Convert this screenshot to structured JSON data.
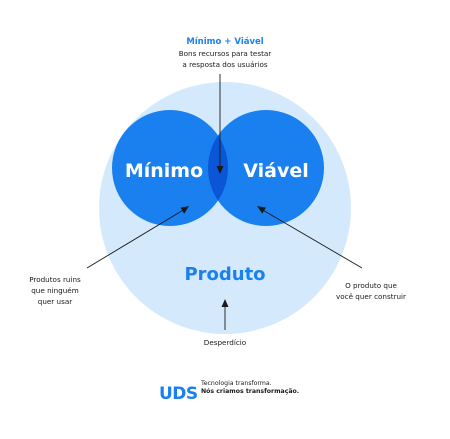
{
  "diagram": {
    "top_note": {
      "title": "Mínimo + Viável",
      "lines": [
        "Bons recursos para testar",
        "a resposta dos usuários"
      ]
    },
    "circle_minimo": "Mínimo",
    "circle_viavel": "Viável",
    "circle_produto": "Produto",
    "left_note": [
      "Produtos ruins",
      "que ninguém",
      "quer usar"
    ],
    "right_note": [
      "O produto que",
      "você quer construir"
    ],
    "bottom_note": "Desperdício"
  },
  "brand": {
    "logo_text": "UDS",
    "tagline_1": "Tecnologia transforma.",
    "tagline_2": "Nós criamos transformação."
  },
  "colors": {
    "big_circle": "#d4eafc",
    "circle_blue": "#1a80f0",
    "overlap": "#0a56d6",
    "accent_text": "#1a80f0",
    "dark_text": "#1a1a1a"
  }
}
